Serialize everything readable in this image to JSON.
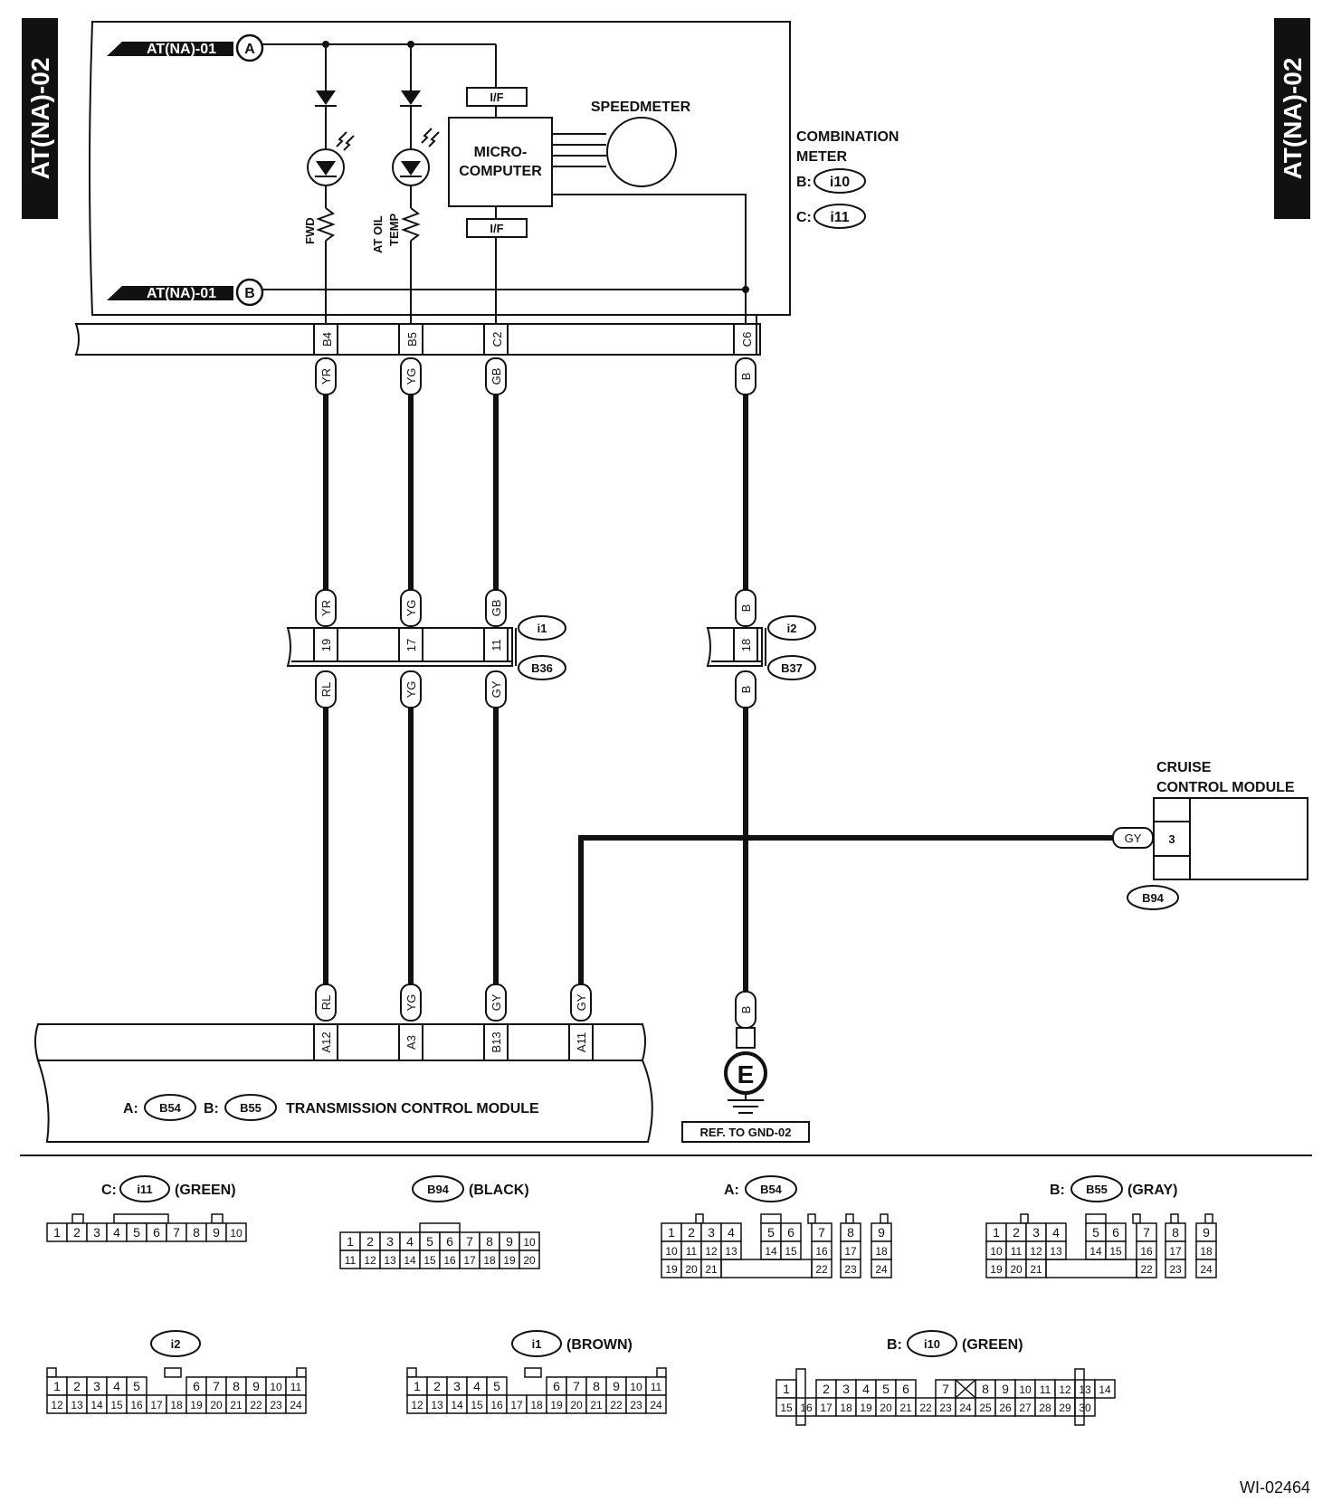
{
  "page": {
    "side_tab_left": "AT(NA)-02",
    "side_tab_right": "AT(NA)-02",
    "figure_id": "WI-02464"
  },
  "combination_meter": {
    "title_line1": "COMBINATION",
    "title_line2": "METER",
    "conn_b_prefix": "B:",
    "conn_b": "i10",
    "conn_c_prefix": "C:",
    "conn_c": "i11",
    "ref_a_text": "AT(NA)-01",
    "ref_a_letter": "A",
    "ref_b_text": "AT(NA)-01",
    "ref_b_letter": "B",
    "interface_label": "I/F",
    "microcomputer_line1": "MICRO-",
    "microcomputer_line2": "COMPUTER",
    "speedometer_label": "SPEEDMETER",
    "fwd_label": "FWD",
    "at_oil_temp_line1": "AT OIL",
    "at_oil_temp_line2": "TEMP",
    "pins": [
      "B4",
      "B5",
      "C2",
      "C6"
    ]
  },
  "wires": {
    "top_colors": [
      "YR",
      "YG",
      "GB",
      "B"
    ],
    "joint_upper_colors": [
      "YR",
      "YG",
      "GB",
      "B"
    ],
    "joint_lower_colors": [
      "RL",
      "YG",
      "GY",
      "B"
    ],
    "bottom_colors": [
      "RL",
      "YG",
      "GY",
      "GY",
      "B"
    ],
    "cruise_wire_color": "GY"
  },
  "joints": {
    "j1_pins": [
      "19",
      "17",
      "11"
    ],
    "j1_upper_conn": "i1",
    "j1_lower_conn": "B36",
    "j2_pin": "18",
    "j2_upper_conn": "i2",
    "j2_lower_conn": "B37"
  },
  "cruise_control": {
    "title_line1": "CRUISE",
    "title_line2": "CONTROL MODULE",
    "pin": "3",
    "connector": "B94"
  },
  "tcm": {
    "pins": [
      "A12",
      "A3",
      "B13",
      "A11"
    ],
    "conn_a_prefix": "A:",
    "conn_a": "B54",
    "conn_b_prefix": "B:",
    "conn_b": "B55",
    "title": "TRANSMISSION CONTROL MODULE"
  },
  "ground": {
    "letter": "E",
    "ref": "REF. TO GND-02"
  },
  "connector_views": {
    "i11": {
      "prefix": "C:",
      "name": "i11",
      "color": "(GREEN)",
      "row1": [
        "1",
        "2",
        "3",
        "4",
        "5",
        "6",
        "7",
        "8",
        "9",
        "10"
      ]
    },
    "b94": {
      "prefix": "",
      "name": "B94",
      "color": "(BLACK)",
      "row1": [
        "1",
        "2",
        "3",
        "4",
        "5",
        "6",
        "7",
        "8",
        "9",
        "10"
      ],
      "row2": [
        "11",
        "12",
        "13",
        "14",
        "15",
        "16",
        "17",
        "18",
        "19",
        "20"
      ]
    },
    "b54": {
      "prefix": "A:",
      "name": "B54",
      "color": "",
      "row1": [
        "1",
        "2",
        "3",
        "4",
        "5",
        "6",
        "7",
        "8",
        "9"
      ],
      "row2": [
        "10",
        "11",
        "12",
        "13",
        "14",
        "15",
        "16",
        "17",
        "18"
      ],
      "row3": [
        "19",
        "20",
        "21",
        "22",
        "23",
        "24"
      ]
    },
    "b55": {
      "prefix": "B:",
      "name": "B55",
      "color": "(GRAY)",
      "row1": [
        "1",
        "2",
        "3",
        "4",
        "5",
        "6",
        "7",
        "8",
        "9"
      ],
      "row2": [
        "10",
        "11",
        "12",
        "13",
        "14",
        "15",
        "16",
        "17",
        "18"
      ],
      "row3": [
        "19",
        "20",
        "21",
        "22",
        "23",
        "24"
      ]
    },
    "i2": {
      "prefix": "",
      "name": "i2",
      "color": "",
      "row1": [
        "1",
        "2",
        "3",
        "4",
        "5",
        "6",
        "7",
        "8",
        "9",
        "10",
        "11"
      ],
      "row2": [
        "12",
        "13",
        "14",
        "15",
        "16",
        "17",
        "18",
        "19",
        "20",
        "21",
        "22",
        "23",
        "24"
      ]
    },
    "i1": {
      "prefix": "",
      "name": "i1",
      "color": "(BROWN)",
      "row1": [
        "1",
        "2",
        "3",
        "4",
        "5",
        "6",
        "7",
        "8",
        "9",
        "10",
        "11"
      ],
      "row2": [
        "12",
        "13",
        "14",
        "15",
        "16",
        "17",
        "18",
        "19",
        "20",
        "21",
        "22",
        "23",
        "24"
      ]
    },
    "i10": {
      "prefix": "B:",
      "name": "i10",
      "color": "(GREEN)",
      "row1": [
        "1",
        "2",
        "3",
        "4",
        "5",
        "6",
        "7",
        "8",
        "9",
        "10",
        "11",
        "12",
        "13",
        "14"
      ],
      "row2": [
        "15",
        "16",
        "17",
        "18",
        "19",
        "20",
        "21",
        "22",
        "23",
        "24",
        "25",
        "26",
        "27",
        "28",
        "29",
        "30"
      ]
    }
  }
}
